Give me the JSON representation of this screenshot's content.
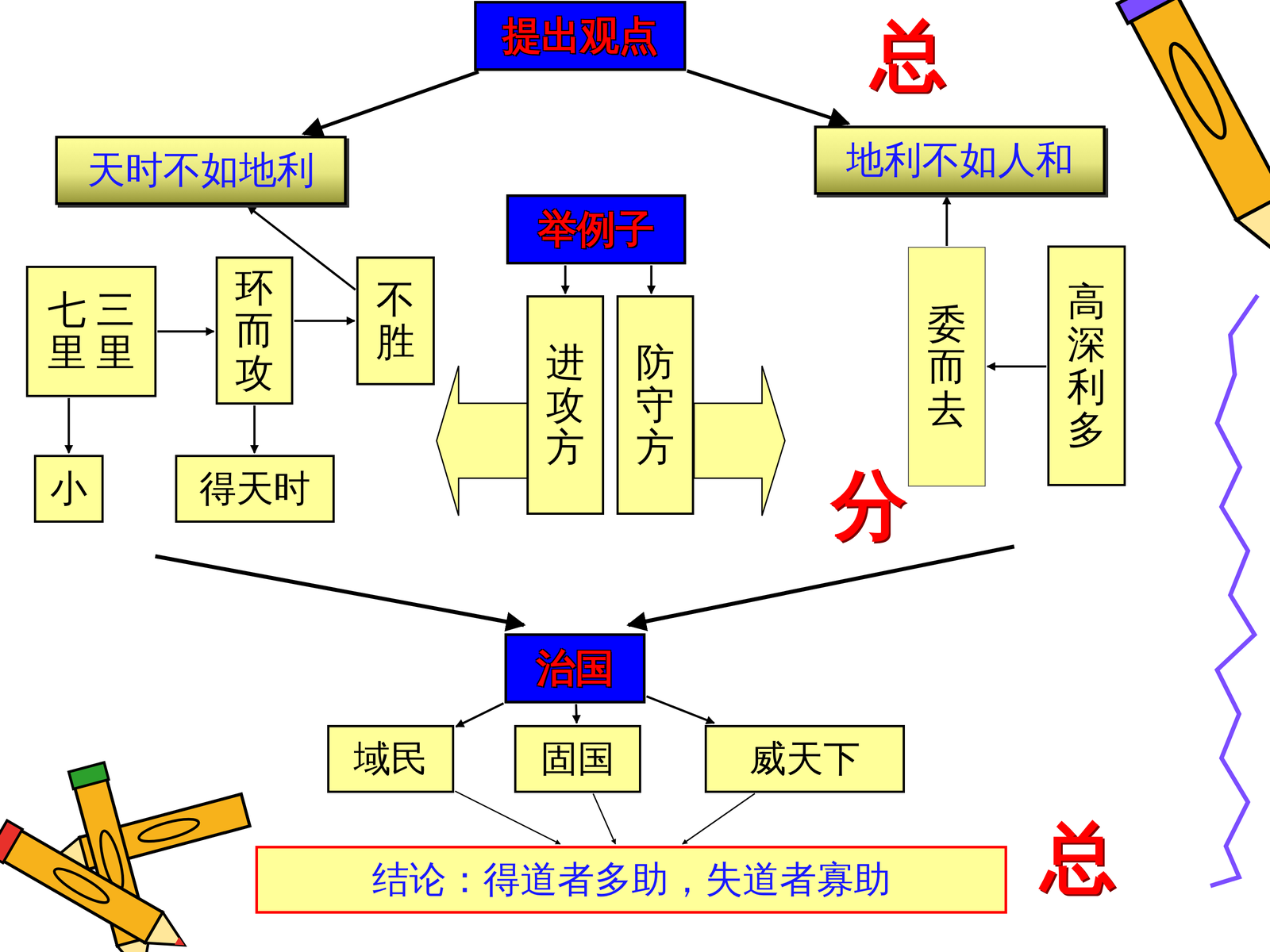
{
  "diagram": {
    "nodes": [
      {
        "text": [
          "提出观点"
        ]
      },
      {
        "text": [
          "天时不如地利"
        ]
      },
      {
        "text": [
          "地利不如人和"
        ]
      },
      {
        "text": [
          "举例子"
        ]
      },
      {
        "text": [
          "三里",
          "七里"
        ]
      },
      {
        "text": [
          "环而攻"
        ]
      },
      {
        "text": [
          "不胜"
        ]
      },
      {
        "text": [
          "小"
        ]
      },
      {
        "text": [
          "得天时"
        ]
      },
      {
        "text": [
          "进攻方"
        ]
      },
      {
        "text": [
          "防守方"
        ]
      },
      {
        "text": [
          "委而去"
        ]
      },
      {
        "text": [
          "高深利多"
        ]
      },
      {
        "text": [
          "治国"
        ]
      },
      {
        "text": [
          "域民"
        ]
      },
      {
        "text": [
          "固国"
        ]
      },
      {
        "text": [
          "威天下"
        ]
      },
      {
        "text": [
          "结论：得道者多助，失道者寡助"
        ]
      }
    ],
    "edges": [
      {
        "from": 0,
        "to": 1,
        "arrow": "to"
      },
      {
        "from": 0,
        "to": 2,
        "arrow": "to"
      },
      {
        "from": 4,
        "to": 5,
        "arrow": "to"
      },
      {
        "from": 5,
        "to": 6,
        "arrow": "to"
      },
      {
        "from": 6,
        "to": 1,
        "arrow": "to"
      },
      {
        "from": 4,
        "to": 7,
        "arrow": "to"
      },
      {
        "from": 5,
        "to": 8,
        "arrow": "to"
      },
      {
        "from": 3,
        "to": 9,
        "arrow": "to"
      },
      {
        "from": 3,
        "to": 10,
        "arrow": "to"
      },
      {
        "from": 11,
        "to": 2,
        "arrow": "to"
      },
      {
        "from": 12,
        "to": 11,
        "arrow": "to"
      },
      {
        "from": 13,
        "to": 14,
        "arrow": "to"
      },
      {
        "from": 13,
        "to": 15,
        "arrow": "to"
      },
      {
        "from": 13,
        "to": 16,
        "arrow": "to"
      },
      {
        "from": 14,
        "to": 17,
        "arrow": "to"
      },
      {
        "from": 15,
        "to": 17,
        "arrow": "to"
      },
      {
        "from": 16,
        "to": 17,
        "arrow": "to"
      }
    ],
    "labels": [
      "总",
      "分",
      "总"
    ]
  }
}
